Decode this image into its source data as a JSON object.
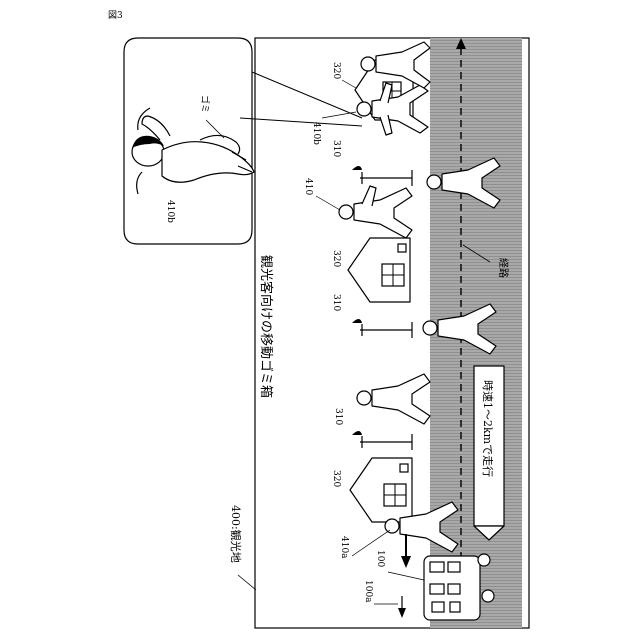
{
  "figure_label": "図3",
  "area_label": "400:観光地",
  "title": "観光客向けの移動ゴミ箱",
  "route_label": "経路",
  "speed_label": "時速1〜2kmで走行",
  "callout_word": "ゴミ",
  "ref_labels": {
    "vehicle": "100",
    "direction": "100a",
    "tourist_a": "410a",
    "tourist_b": "410b",
    "tourist_b_zoom": "410b",
    "tourist": "410",
    "house_1": "320",
    "house_2": "320",
    "house_3": "320",
    "lamp_1": "310",
    "lamp_2": "310",
    "lamp_3": "310"
  }
}
